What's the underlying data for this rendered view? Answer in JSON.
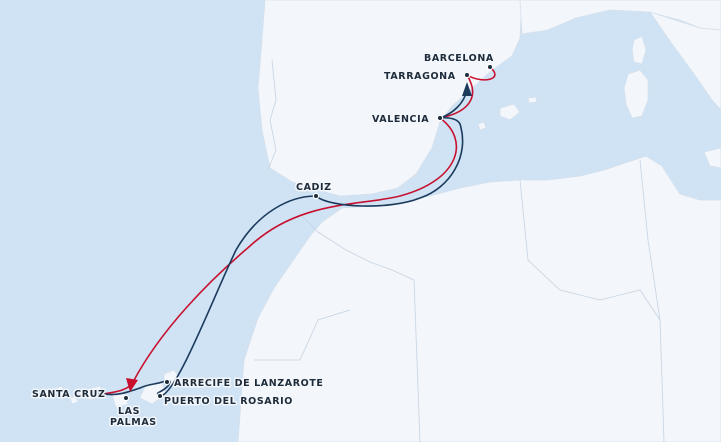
{
  "map": {
    "colors": {
      "sea": "#cfe3f5",
      "land": "#f3f6fa",
      "border": "#c6d4e4",
      "route_outbound": "#c8102e",
      "route_return": "#1b3a5c"
    },
    "ports": [
      {
        "id": "barcelona",
        "label": "BARCELONA"
      },
      {
        "id": "tarragona",
        "label": "TARRAGONA"
      },
      {
        "id": "valencia",
        "label": "VALENCIA"
      },
      {
        "id": "cadiz",
        "label": "CADIZ"
      },
      {
        "id": "arrecife",
        "label": "ARRECIFE DE LANZAROTE"
      },
      {
        "id": "puerto-del-rosario",
        "label": "PUERTO DEL ROSARIO"
      },
      {
        "id": "santa-cruz",
        "label": "SANTA CRUZ"
      },
      {
        "id": "las-palmas-line1",
        "label": "LAS"
      },
      {
        "id": "las-palmas-line2",
        "label": "PALMAS"
      }
    ],
    "routes": [
      {
        "id": "outbound",
        "color_key": "route_outbound",
        "icon": "arrow-triangle-icon"
      },
      {
        "id": "return",
        "color_key": "route_return",
        "icon": "arrow-triangle-icon"
      }
    ]
  }
}
